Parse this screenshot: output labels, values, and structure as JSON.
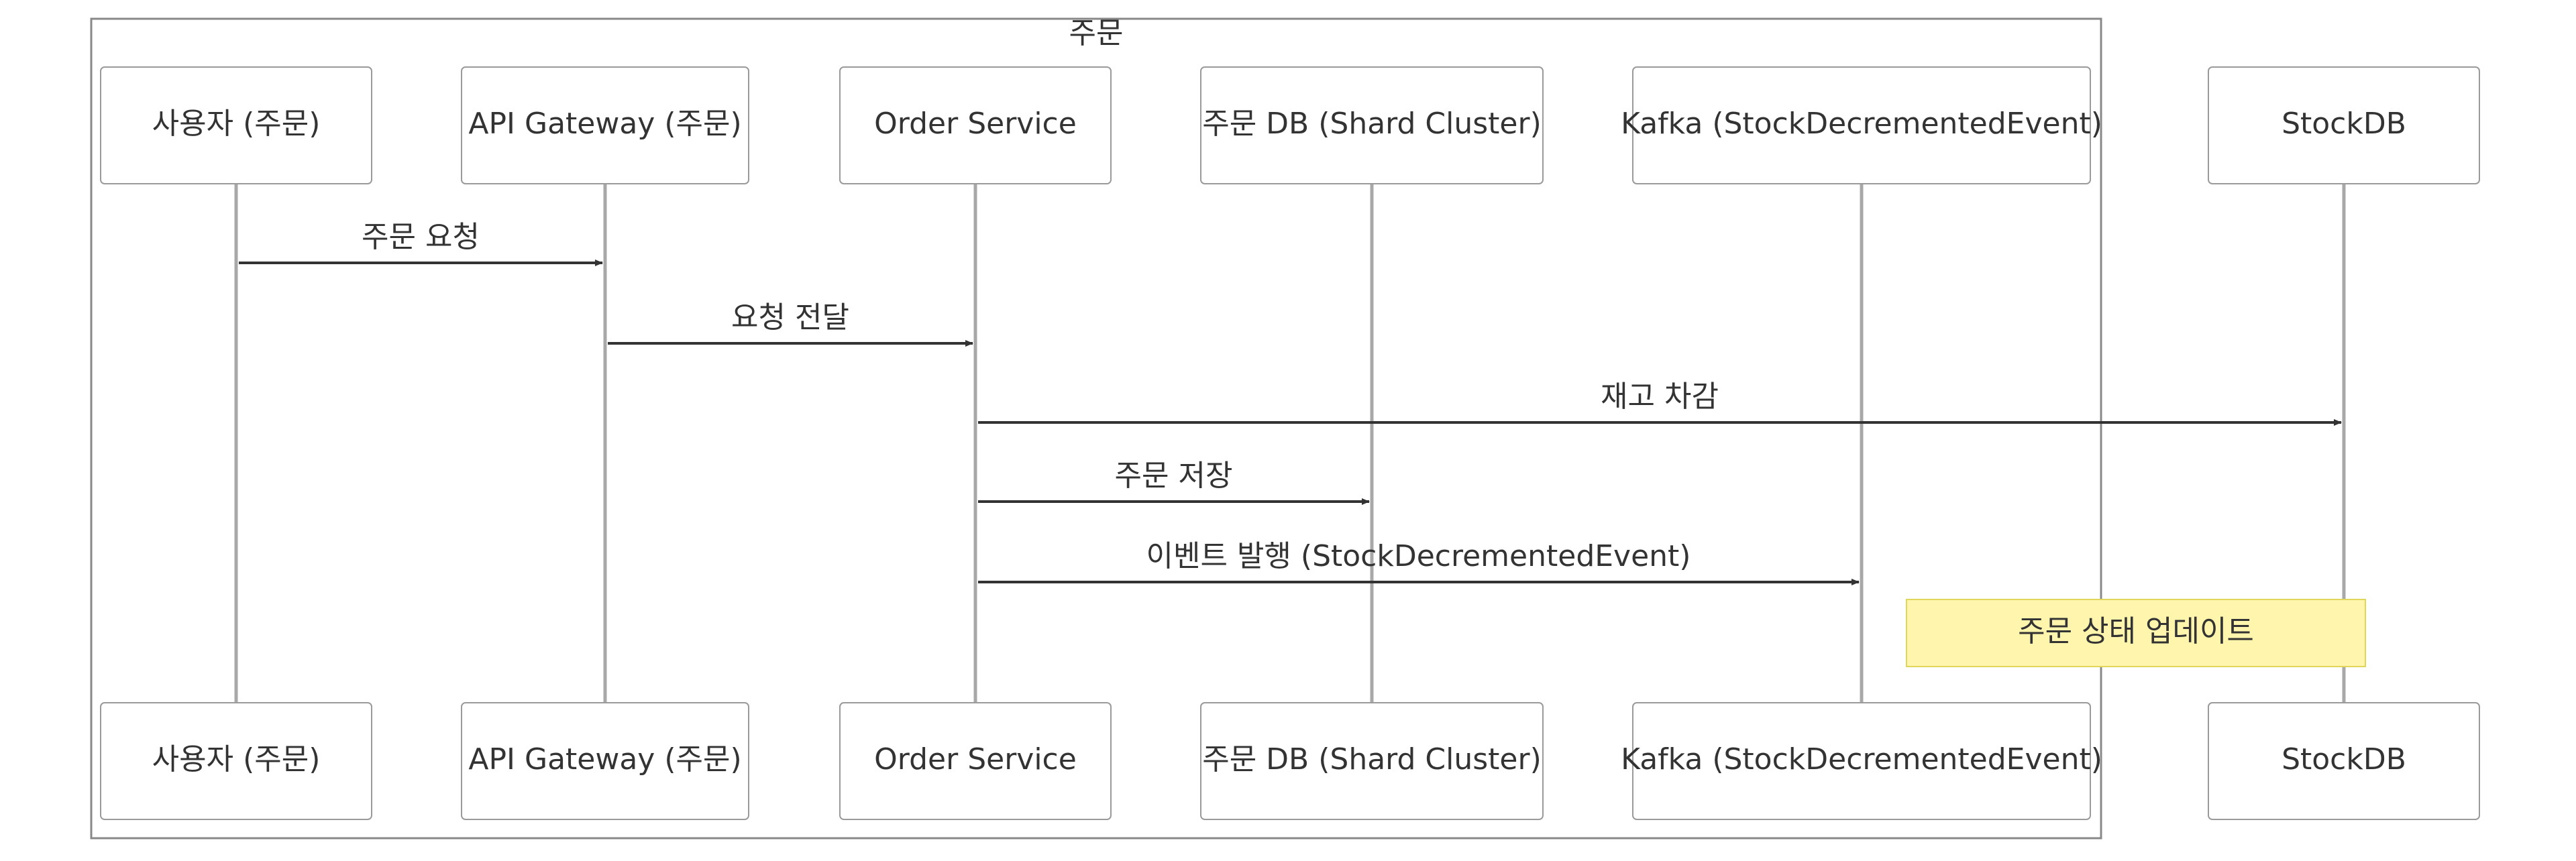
{
  "group": {
    "label": "주문"
  },
  "participants": [
    {
      "id": "user",
      "label": "사용자 (주문)"
    },
    {
      "id": "gateway",
      "label": "API Gateway (주문)"
    },
    {
      "id": "order",
      "label": "Order Service"
    },
    {
      "id": "orderdb",
      "label": "주문 DB (Shard Cluster)"
    },
    {
      "id": "kafka",
      "label": "Kafka (StockDecrementedEvent)"
    },
    {
      "id": "stockdb",
      "label": "StockDB"
    }
  ],
  "messages": [
    {
      "from": "user",
      "to": "gateway",
      "label": "주문 요청"
    },
    {
      "from": "gateway",
      "to": "order",
      "label": "요청 전달"
    },
    {
      "from": "order",
      "to": "stockdb",
      "label": "재고 차감"
    },
    {
      "from": "order",
      "to": "orderdb",
      "label": "주문 저장"
    },
    {
      "from": "order",
      "to": "kafka",
      "label": "이벤트 발행 (StockDecrementedEvent)"
    }
  ],
  "note": {
    "label": "주문 상태 업데이트"
  },
  "colors": {
    "line": "#333333",
    "lifeline": "#a8a8a8",
    "note_fill": "#fff5ad",
    "note_border": "#e2d65a"
  }
}
